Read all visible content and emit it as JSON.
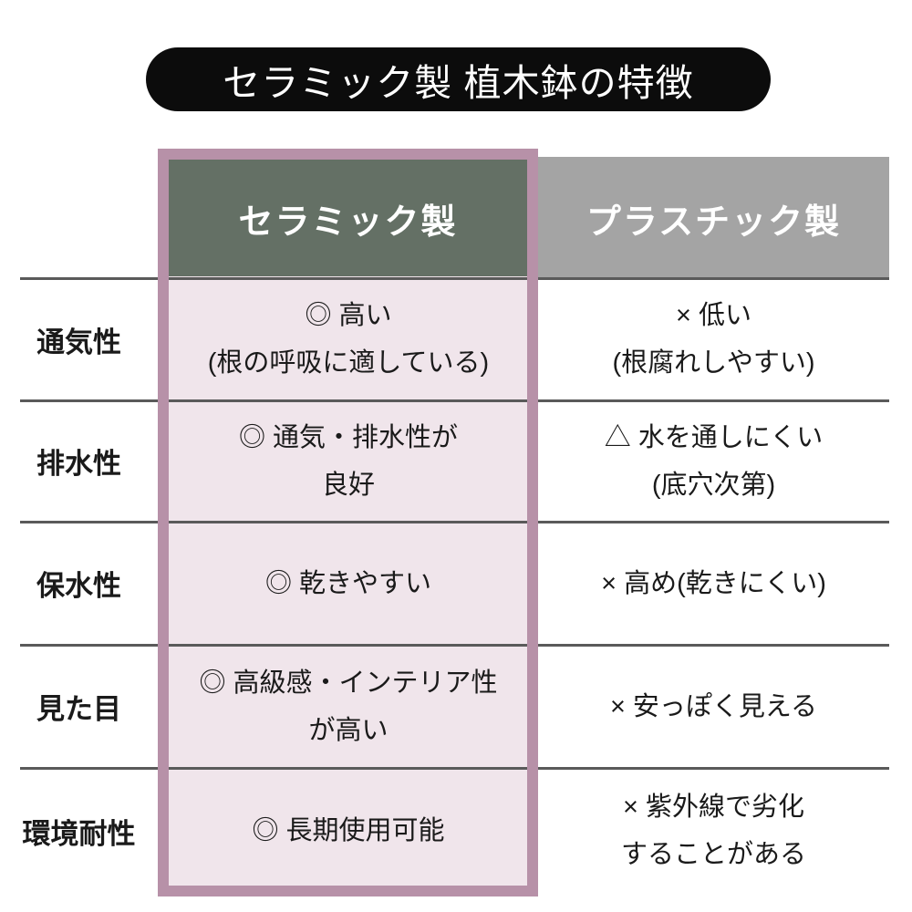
{
  "title": "セラミック製 植木鉢の特徴",
  "table": {
    "columns": [
      {
        "label": "セラミック製"
      },
      {
        "label": "プラスチック製"
      }
    ],
    "rows": [
      {
        "label": "通気性",
        "ceramic": "◎ 高い\n(根の呼吸に適している)",
        "plastic": "× 低い\n(根腐れしやすい)"
      },
      {
        "label": "排水性",
        "ceramic": "◎ 通気・排水性が\n良好",
        "plastic": "△ 水を通しにくい\n(底穴次第)"
      },
      {
        "label": "保水性",
        "ceramic": "◎ 乾きやすい",
        "plastic": "× 高め(乾きにくい)"
      },
      {
        "label": "見た目",
        "ceramic": "◎ 高級感・インテリア性\nが高い",
        "plastic": "× 安っぽく見える"
      },
      {
        "label": "環境耐性",
        "ceramic": "◎ 長期使用可能",
        "plastic": "× 紫外線で劣化\nすることがある"
      }
    ]
  },
  "chart_data": {
    "type": "table",
    "title": "セラミック製 植木鉢の特徴",
    "row_header_column": [
      "通気性",
      "排水性",
      "保水性",
      "見た目",
      "環境耐性"
    ],
    "columns": [
      "セラミック製",
      "プラスチック製"
    ],
    "cells": [
      [
        "◎ 高い (根の呼吸に適している)",
        "× 低い (根腐れしやすい)"
      ],
      [
        "◎ 通気・排水性が良好",
        "△ 水を通しにくい (底穴次第)"
      ],
      [
        "◎ 乾きやすい",
        "× 高め(乾きにくい)"
      ],
      [
        "◎ 高級感・インテリア性が高い",
        "× 安っぽく見える"
      ],
      [
        "◎ 長期使用可能",
        "× 紫外線で劣化することがある"
      ]
    ],
    "legend_position": "none",
    "highlighted_column": "セラミック製"
  },
  "colors": {
    "title_bg": "#0c0c0c",
    "title_text": "#ffffff",
    "ceramic_header_bg": "#647065",
    "plastic_header_bg": "#a4a4a4",
    "header_text": "#ffffff",
    "ceramic_frame_border": "#b791a8",
    "ceramic_cell_bg": "#f0e5eb",
    "row_line": "#5a5a5a",
    "body_text": "#1a1a1a",
    "page_bg": "#ffffff"
  }
}
